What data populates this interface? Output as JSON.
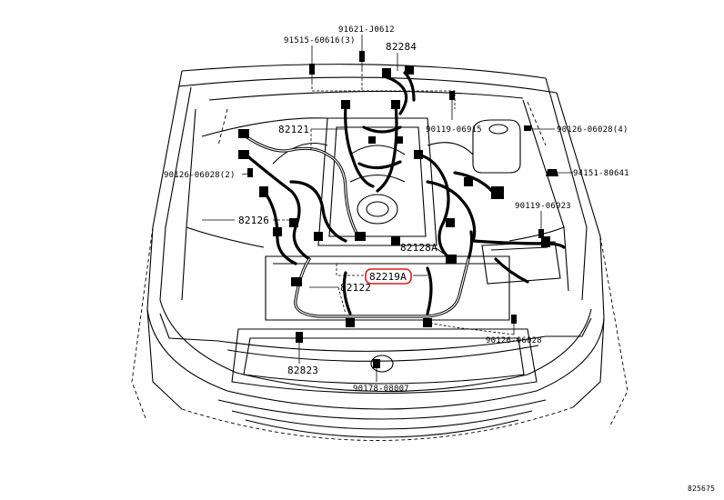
{
  "diagram_id": "825675",
  "highlight_color": "#d62020",
  "callouts": {
    "c_91621": "91621-J0612",
    "c_91515": "91515-60616(3)",
    "c_82284": "82284",
    "c_90119a": "90119-06915",
    "c_90126a": "90126-06028(4)",
    "c_82121": "82121",
    "c_90126b": "90126-06028(2)",
    "c_94151": "94151-80641",
    "c_90119b": "90119-06923",
    "c_82126": "82126",
    "c_82128": "82128A",
    "c_82219": "82219A",
    "c_82122": "82122",
    "c_90126c": "90126-06028",
    "c_82823": "82823",
    "c_90178": "90178-08007"
  }
}
